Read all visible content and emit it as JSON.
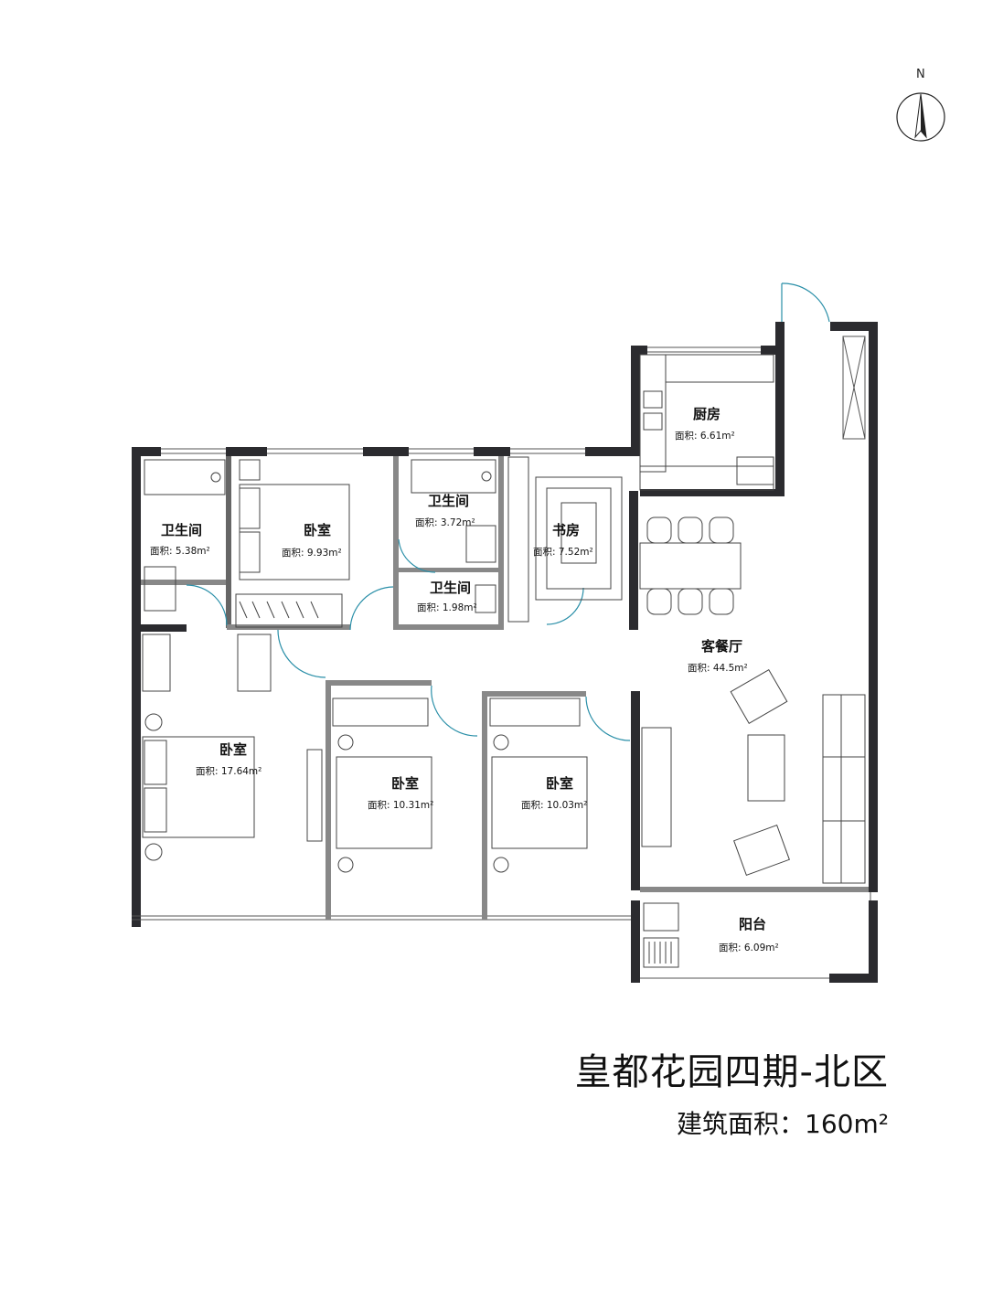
{
  "compass": {
    "label": "N"
  },
  "rooms": {
    "bath_west": {
      "name": "卫生间",
      "area": "面积: 5.38m²"
    },
    "bedroom_nw": {
      "name": "卧室",
      "area": "面积: 9.93m²"
    },
    "bath_mid": {
      "name": "卫生间",
      "area": "面积: 3.72m²"
    },
    "bath_small": {
      "name": "卫生间",
      "area": "面积: 1.98m²"
    },
    "study": {
      "name": "书房",
      "area": "面积: 7.52m²"
    },
    "kitchen": {
      "name": "厨房",
      "area": "面积: 6.61m²"
    },
    "living": {
      "name": "客餐厅",
      "area": "面积: 44.5m²"
    },
    "master": {
      "name": "卧室",
      "area": "面积: 17.64m²"
    },
    "bedroom_s1": {
      "name": "卧室",
      "area": "面积: 10.31m²"
    },
    "bedroom_s2": {
      "name": "卧室",
      "area": "面积: 10.03m²"
    },
    "balcony": {
      "name": "阳台",
      "area": "面积: 6.09m²"
    }
  },
  "project": {
    "title": "皇都花园四期-北区",
    "area": "建筑面积：160m²"
  },
  "colors": {
    "wall": "#2b2b2f",
    "door": "#2a8fa8",
    "furniture": "#444444"
  }
}
